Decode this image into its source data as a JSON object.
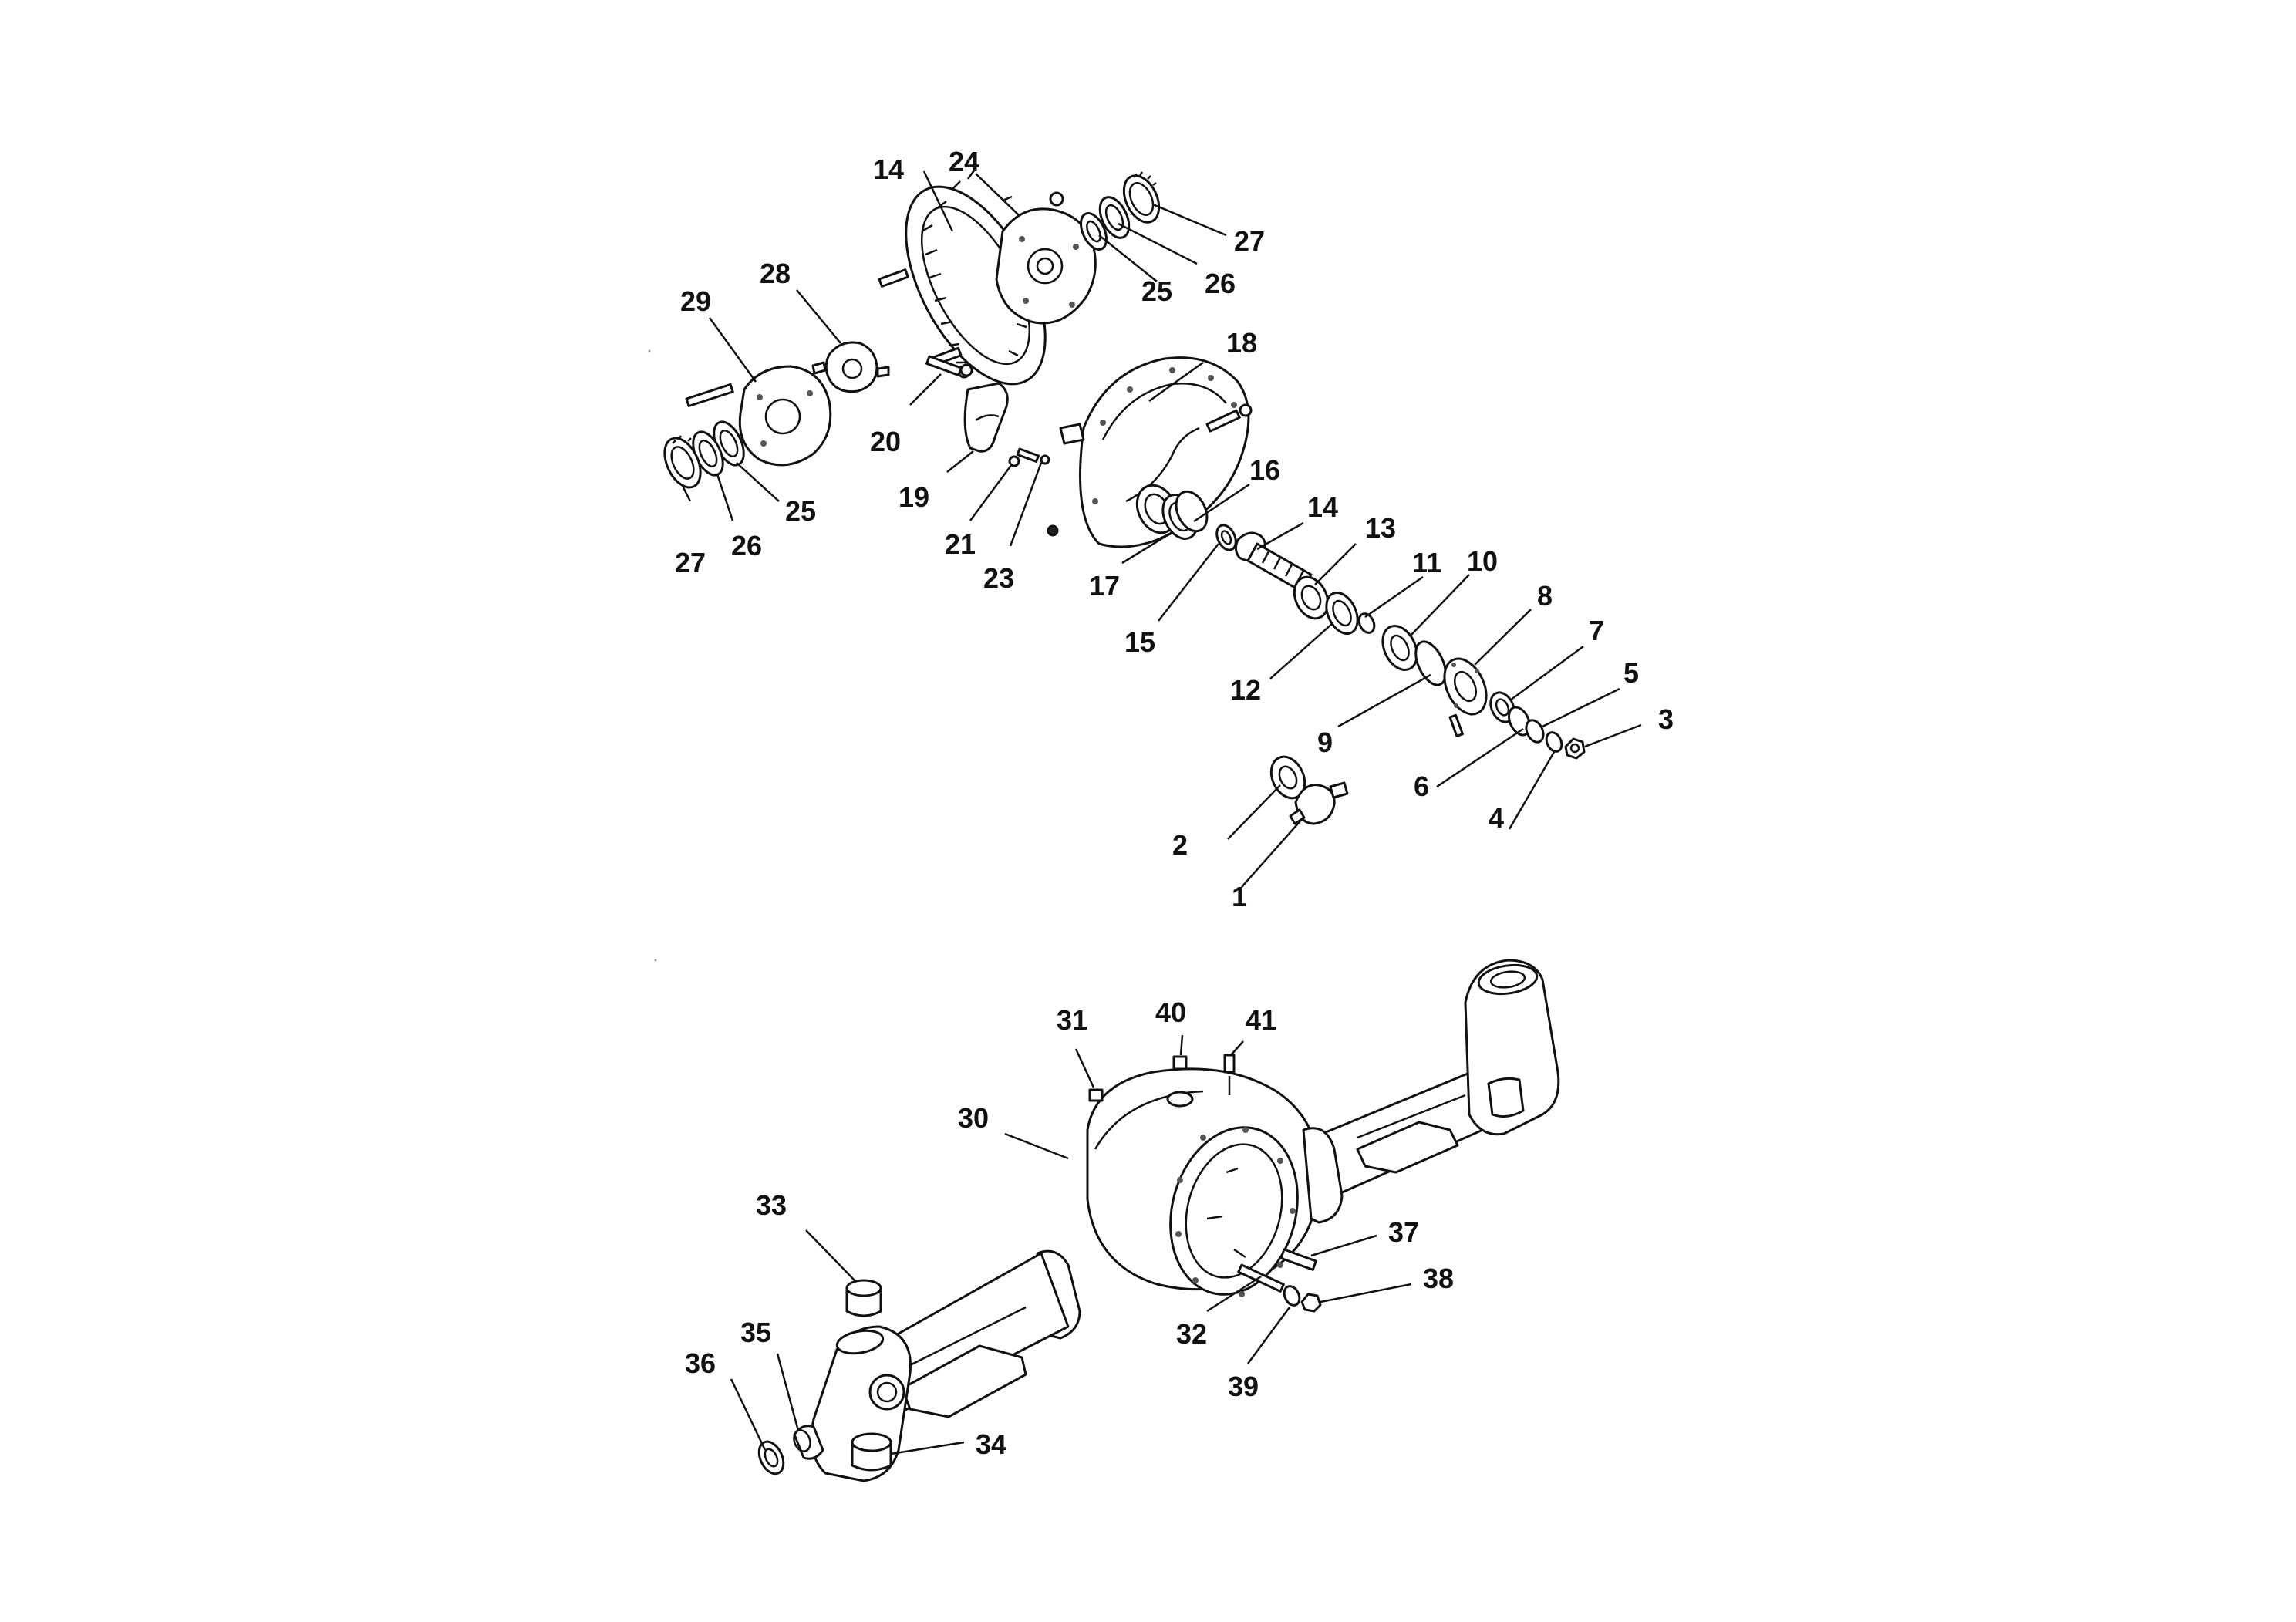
{
  "diagram": {
    "callouts": {
      "c1": "1",
      "c2": "2",
      "c3": "3",
      "c4": "4",
      "c5": "5",
      "c6": "6",
      "c7": "7",
      "c8": "8",
      "c9": "9",
      "c10": "10",
      "c11": "11",
      "c12": "12",
      "c13": "13",
      "c14a": "14",
      "c14b": "14",
      "c15": "15",
      "c16": "16",
      "c17": "17",
      "c18": "18",
      "c19": "19",
      "c20": "20",
      "c21": "21",
      "c23": "23",
      "c24": "24",
      "c25a": "25",
      "c25b": "25",
      "c26a": "26",
      "c26b": "26",
      "c27a": "27",
      "c27b": "27",
      "c28": "28",
      "c29": "29",
      "c30": "30",
      "c31": "31",
      "c32": "32",
      "c33": "33",
      "c34": "34",
      "c35": "35",
      "c36": "36",
      "c37": "37",
      "c38": "38",
      "c39": "39",
      "c40": "40",
      "c41": "41"
    }
  }
}
